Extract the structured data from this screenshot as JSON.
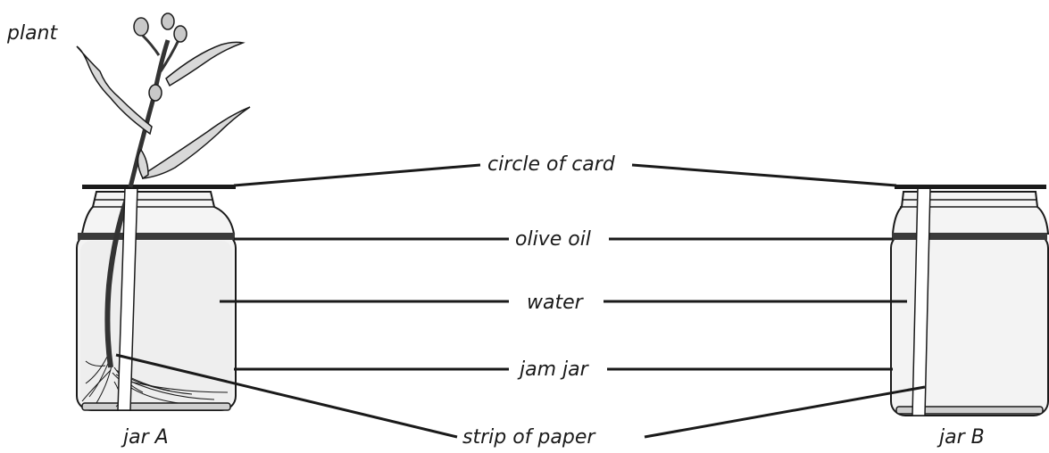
{
  "labels": {
    "plant": "plant",
    "circle_of_card": "circle of card",
    "olive_oil": "olive oil",
    "water": "water",
    "jam_jar": "jam jar",
    "strip_of_paper": "strip of paper",
    "jar_a": "jar A",
    "jar_b": "jar B"
  },
  "colors": {
    "ink": "#1a1a1a",
    "jar_glass": "#f2f2f2",
    "oil_band": "#3a3a3a",
    "leaf": "#d9d9d9",
    "paper_strip": "#ffffff"
  }
}
